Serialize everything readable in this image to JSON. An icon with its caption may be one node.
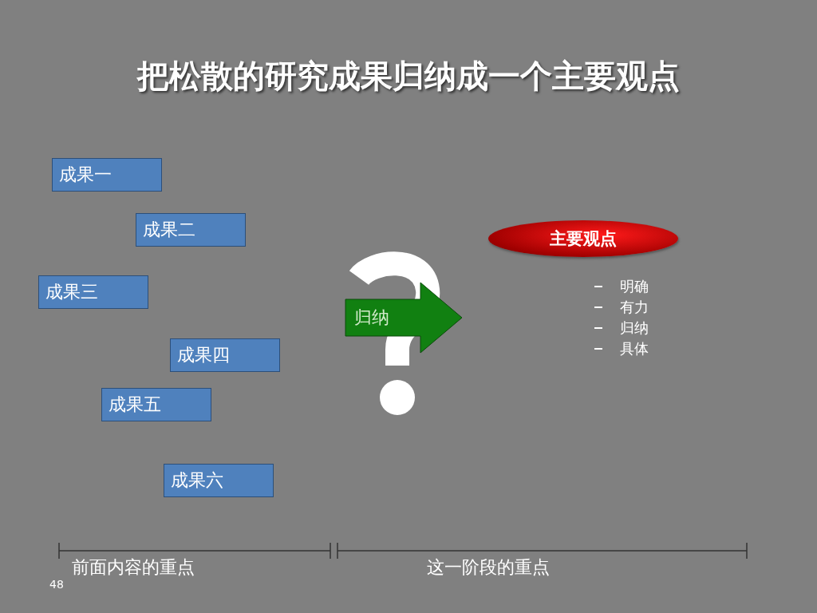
{
  "diagram": {
    "title": "把松散的研究成果归纳成一个主要观点",
    "nodes": [
      {
        "text": [
          "成果一"
        ]
      },
      {
        "text": [
          "成果二"
        ]
      },
      {
        "text": [
          "成果三"
        ]
      },
      {
        "text": [
          "成果四"
        ]
      },
      {
        "text": [
          "成果五"
        ]
      },
      {
        "text": [
          "成果六"
        ]
      },
      {
        "text": [
          "归纳"
        ]
      },
      {
        "text": [
          "主要观点"
        ]
      }
    ],
    "labels": [
      "明确",
      "有力",
      "归纳",
      "具体",
      "前面内容的重点",
      "这一阶段的重点",
      "48"
    ]
  }
}
